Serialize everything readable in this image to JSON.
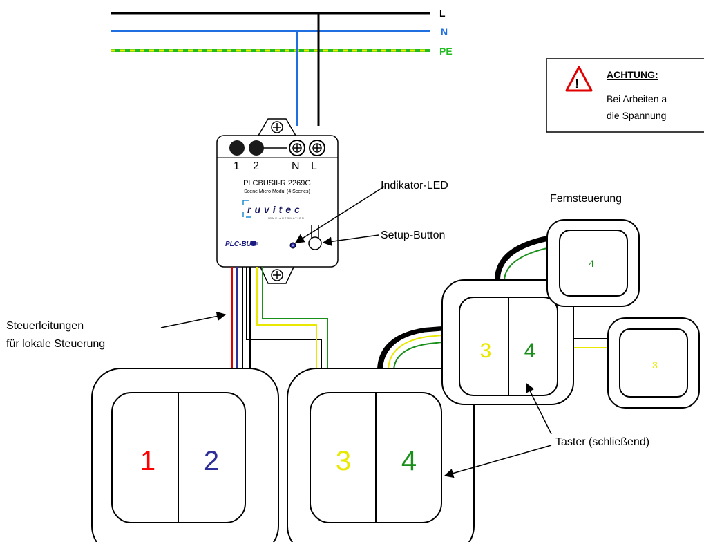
{
  "bus_lines": {
    "L": "L",
    "N": "N",
    "PE": "PE"
  },
  "warning": {
    "title": "ACHTUNG:",
    "line1": "Bei Arbeiten a",
    "line2": "die Spannung"
  },
  "module": {
    "terminal_1": "1",
    "terminal_2": "2",
    "terminal_N": "N",
    "terminal_L": "L",
    "model": "PLCBUSII-R 2269G",
    "subtitle": "Scene Micro Modul (4 Scenes)",
    "brand": "ruvitec",
    "brand_sub": "HOME-AUTOMATION",
    "logo": "PLC-BUS"
  },
  "callouts": {
    "indicator": "Indikator-LED",
    "setup": "Setup-Button",
    "remote": "Fernsteuerung",
    "control_lines_1": "Steuerleitungen",
    "control_lines_2": "für lokale Steuerung",
    "pushbuttons": "Taster (schließend)"
  },
  "switches": {
    "local_a": {
      "left": "1",
      "right": "2"
    },
    "local_b": {
      "left": "3",
      "right": "4"
    },
    "remote_double": {
      "left": "3",
      "right": "4"
    },
    "remote_single_4": "4",
    "remote_single_3": "3"
  },
  "colors": {
    "L": "#000000",
    "N": "#1f6fe0",
    "PE_green": "#22bb22",
    "PE_yellow": "#eeee00",
    "digit_1": "#ff0000",
    "digit_2": "#2e2e9a",
    "digit_3": "#e8e800",
    "digit_4": "#1a8f1a",
    "warning_red": "#e00000"
  }
}
